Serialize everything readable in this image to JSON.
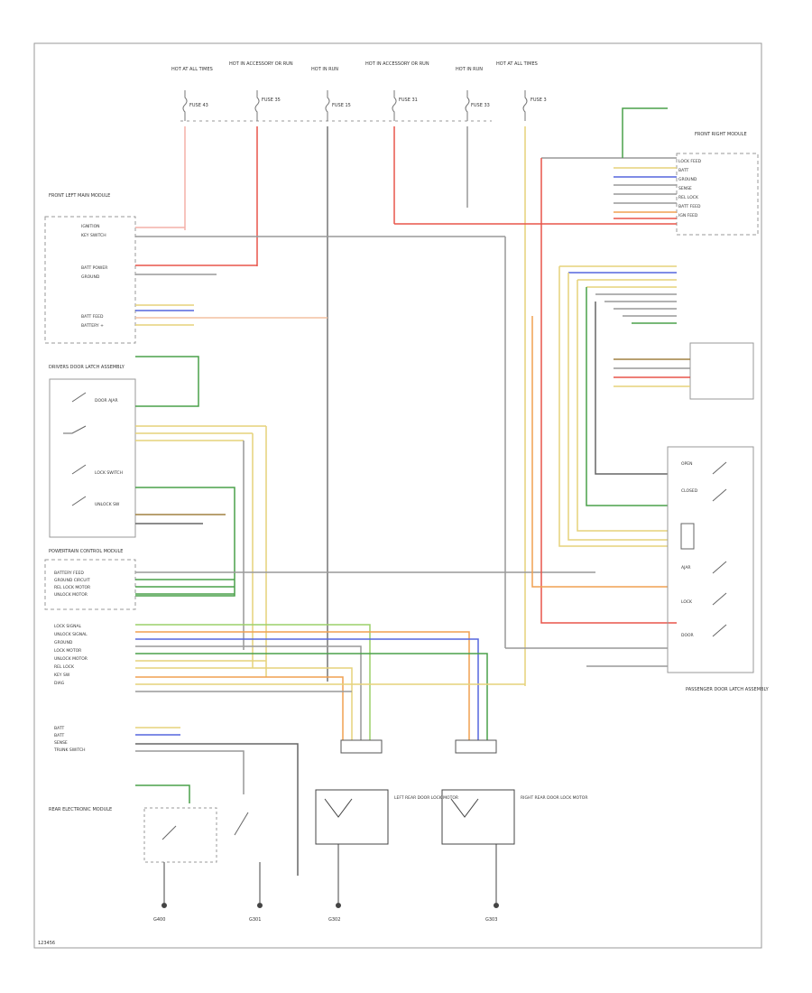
{
  "fuses": [
    {
      "head": "HOT AT ALL TIMES",
      "label": "FUSE 43"
    },
    {
      "head": "HOT IN ACCESSORY OR RUN",
      "label": "FUSE 35"
    },
    {
      "head": "HOT IN RUN",
      "label": "FUSE 15"
    },
    {
      "head": "HOT IN ACCESSORY OR RUN",
      "label": "FUSE 31"
    },
    {
      "head": "HOT IN RUN",
      "label": "FUSE 33"
    },
    {
      "head": "HOT AT ALL TIMES",
      "label": "FUSE 3"
    }
  ],
  "modules": {
    "left_top": "FRONT LEFT MAIN MODULE",
    "pcm": "POWERTRAIN CONTROL MODULE",
    "drivers_door": "DRIVERS DOOR LATCH ASSEMBLY",
    "passenger_door": "PASSENGER DOOR LATCH ASSEMBLY",
    "right_top": "FRONT RIGHT MODULE",
    "rear_bottom": "REAR ELECTRONIC MODULE"
  },
  "left_top_pins": [
    "IGNITION",
    "KEY SWITCH",
    "BATT POWER",
    "GROUND",
    "BATT FEED",
    "BATTERY +"
  ],
  "pcm_pins": [
    "BATTERY FEED",
    "GROUND CIRCUIT",
    "REL LOCK MOTOR",
    "UNLOCK MOTOR"
  ],
  "dd_pins": [
    "LOCK SIGNAL",
    "UNLOCK SIGNAL",
    "GROUND",
    "LOCK MOTOR",
    "UNLOCK MOTOR",
    "REL LOCK",
    "KEY SW",
    "DIAG"
  ],
  "bottom_pins": [
    "BATT",
    "BATT",
    "SENSE",
    "TRUNK SWITCH"
  ],
  "right_pins": [
    "LOCK FEED",
    "BATT",
    "GROUND",
    "SENSE",
    "REL LOCK",
    "BATT FEED",
    "IGN FEED"
  ],
  "switches": [
    {
      "label": "DOOR AJAR"
    },
    {
      "label": "LOCK SWITCH"
    },
    {
      "label": "UNLOCK SW"
    }
  ],
  "right_switches": [
    {
      "label": "OPEN"
    },
    {
      "label": "CLOSED"
    },
    {
      "label": "AJAR"
    },
    {
      "label": "LOCK"
    },
    {
      "label": "DOOR"
    }
  ],
  "actuators": [
    {
      "label": "LEFT REAR DOOR LOCK MOTOR"
    },
    {
      "label": "RIGHT REAR DOOR LOCK MOTOR"
    }
  ],
  "grounds": [
    {
      "label": "G400"
    },
    {
      "label": "G301"
    },
    {
      "label": "G302"
    },
    {
      "label": "G303"
    }
  ],
  "footer": "123456"
}
